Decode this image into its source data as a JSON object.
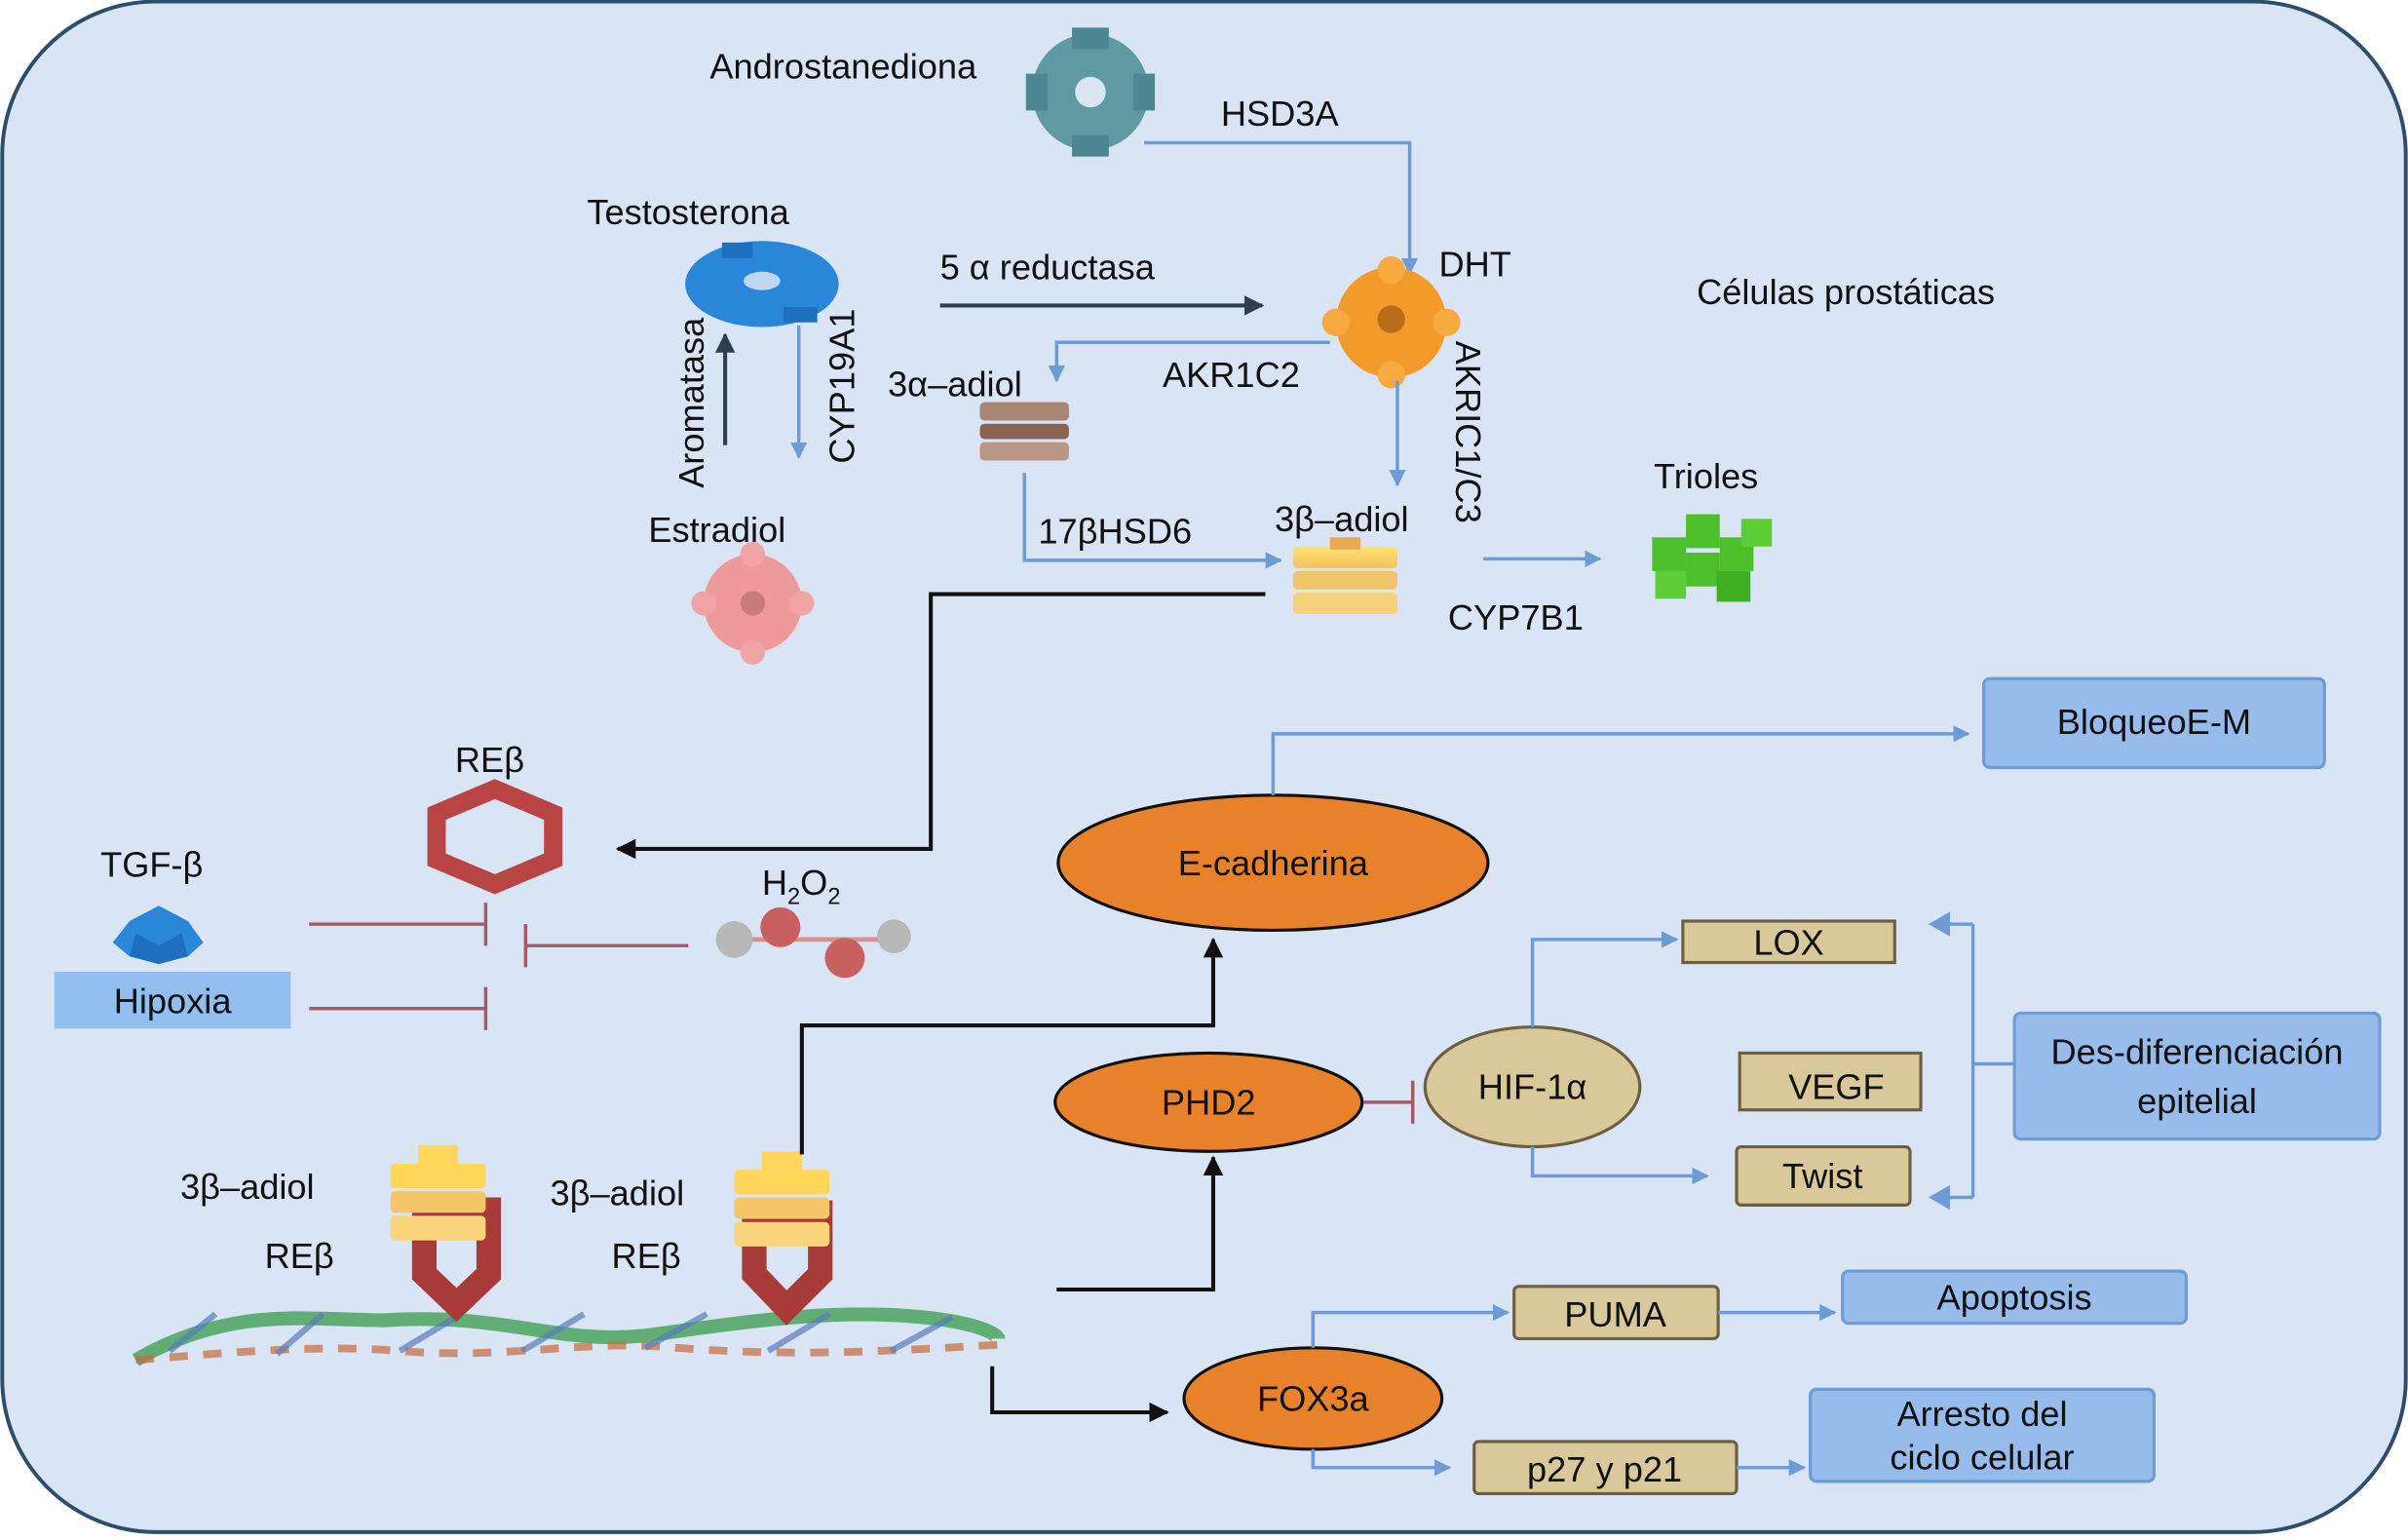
{
  "title_label": "Células prostáticas",
  "colors": {
    "cell_fill": "#d9e4f5",
    "cell_border": "#2e4c6b",
    "arrow_blue": "#6d9bd6",
    "arrow_dark": "#111111",
    "inhibit": "#a35a66",
    "oval_orange": "#e8822a",
    "tan_box": "#d8c89a",
    "outcome_blue": "#97bbeb"
  },
  "molecules": {
    "androstanediona": "Androstanediona",
    "testosterona": "Testosterona",
    "dht": "DHT",
    "estradiol": "Estradiol",
    "adiol_3a": "3α–adiol",
    "adiol_3b": "3β–adiol",
    "trioles": "Trioles",
    "reb": "REβ",
    "tgfb": "TGF-β",
    "h2o2": {
      "h": "H",
      "sub1": "2",
      "o": "O",
      "sub2": "2"
    }
  },
  "enzymes": {
    "hsd3a": "HSD3A",
    "reductasa": "5 α reductasa",
    "aromatasa": "Aromatasa",
    "cyp19a1": "CYP19A1",
    "akr1c2": "AKR1C2",
    "akric1c3": "AKRIC1/C3",
    "hsd6": "17βHSD6",
    "cyp7b1": "CYP7B1"
  },
  "hipoxia": "Hipoxia",
  "complexes": [
    {
      "ligand": "3β–adiol",
      "receptor": "REβ"
    },
    {
      "ligand": "3β–adiol",
      "receptor": "REβ"
    }
  ],
  "ovals": {
    "ecadherina": "E-cadherina",
    "phd2": "PHD2",
    "hif1a": "HIF-1α",
    "fox3a": "FOX3a"
  },
  "targets": {
    "lox": "LOX",
    "vegf": "VEGF",
    "twist": "Twist",
    "puma": "PUMA",
    "p27p21": "p27 y p21"
  },
  "outcomes": {
    "bloqueo": "BloqueoE-M",
    "desdif_line1": "Des-diferenciación",
    "desdif_line2": "epitelial",
    "apoptosis": "Apoptosis",
    "arresto_line1": "Arresto del",
    "arresto_line2": "ciclo celular"
  }
}
